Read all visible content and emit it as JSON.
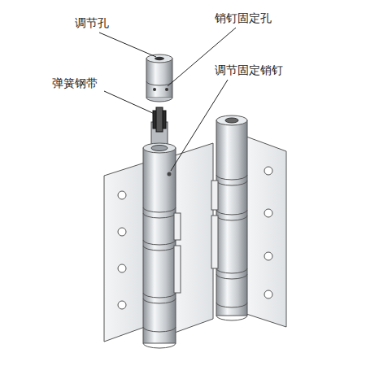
{
  "diagram": {
    "labels": [
      "调节孔",
      "销钉固定孔",
      "弹簧钢带",
      "调节固定销钉"
    ]
  }
}
